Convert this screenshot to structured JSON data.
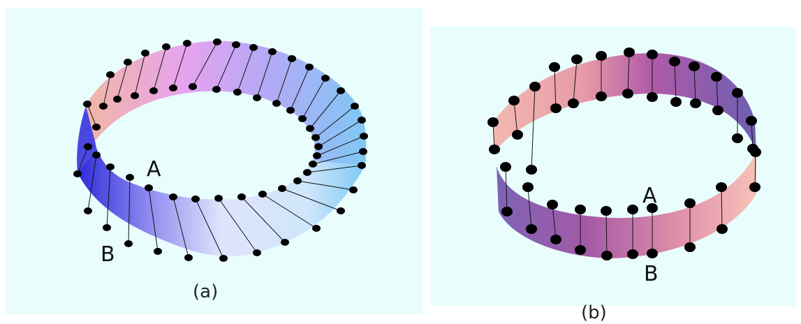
{
  "figure": {
    "panel_a": {
      "caption": "(a)",
      "point_labels": {
        "first": "A",
        "second": "B"
      },
      "background": "#e8fdfc",
      "colors": {
        "pink": "#e7a3ee",
        "peach": "#f0b7a5",
        "violet": "#b3a9f6",
        "blue": "#2e2cd9",
        "lightblue": "#7fc8f4",
        "pale": "#dfe4fb"
      }
    },
    "panel_b": {
      "caption": "(b)",
      "point_labels": {
        "first": "A",
        "second": "B"
      },
      "background": "#e8fdfc",
      "colors": {
        "peach": "#f3b8b0",
        "magenta": "#b05aa8",
        "purple": "#7d63b5",
        "pink": "#f2a6b5"
      }
    }
  }
}
